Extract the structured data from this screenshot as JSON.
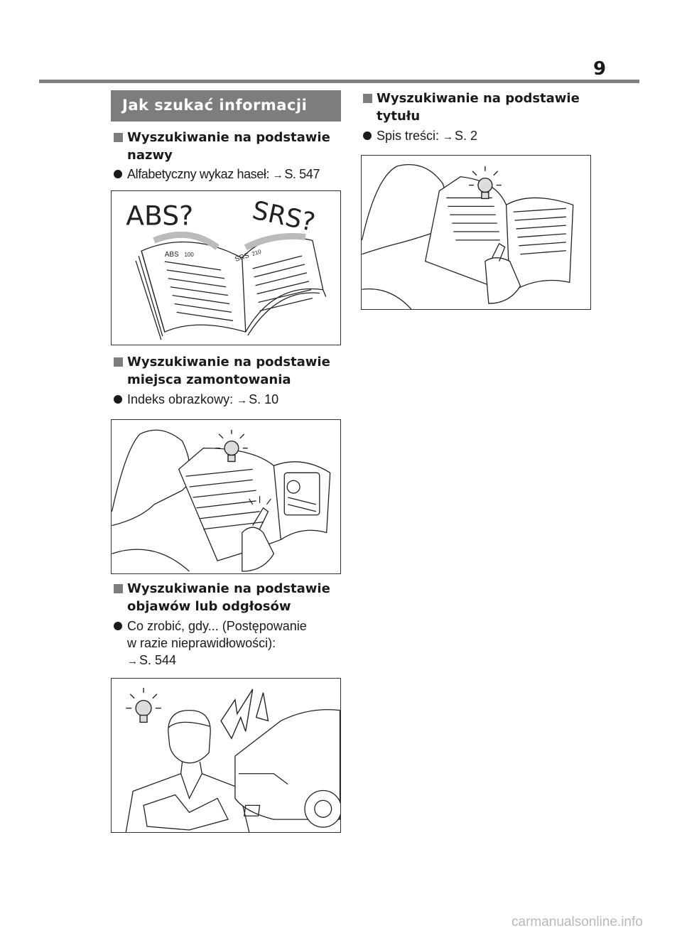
{
  "page": {
    "number": "9"
  },
  "banner": {
    "title": "Jak szukać informacji"
  },
  "sections": {
    "name": {
      "heading": [
        "Wyszukiwanie na podstawie",
        "nazwy"
      ],
      "item": {
        "text": "Alfabetyczny wykaz haseł: ",
        "ref": "S. 547"
      }
    },
    "location": {
      "heading": [
        "Wyszukiwanie na podstawie",
        "miejsca zamontowania"
      ],
      "item": {
        "text": "Indeks obrazkowy: ",
        "ref": "S. 10"
      }
    },
    "symptoms": {
      "heading": [
        "Wyszukiwanie na podstawie",
        "objawów lub odgłosów"
      ],
      "item": {
        "lines": [
          "Co zrobić, gdy... (Postępowanie",
          "w razie nieprawidłowości):"
        ],
        "ref": "S. 544"
      }
    },
    "title": {
      "heading": [
        "Wyszukiwanie na podstawie",
        "tytułu"
      ],
      "item": {
        "text": "Spis treści: ",
        "ref": "S. 2"
      }
    }
  },
  "figures": {
    "abs_srs": {
      "big_left": "ABS?",
      "big_right": "SRS?",
      "small_left": "ABS",
      "small_left_num": "100",
      "small_right": "SRS",
      "small_right_num": "210"
    }
  },
  "arrow_symbol": "→",
  "watermark": "carmanualsonline.info"
}
